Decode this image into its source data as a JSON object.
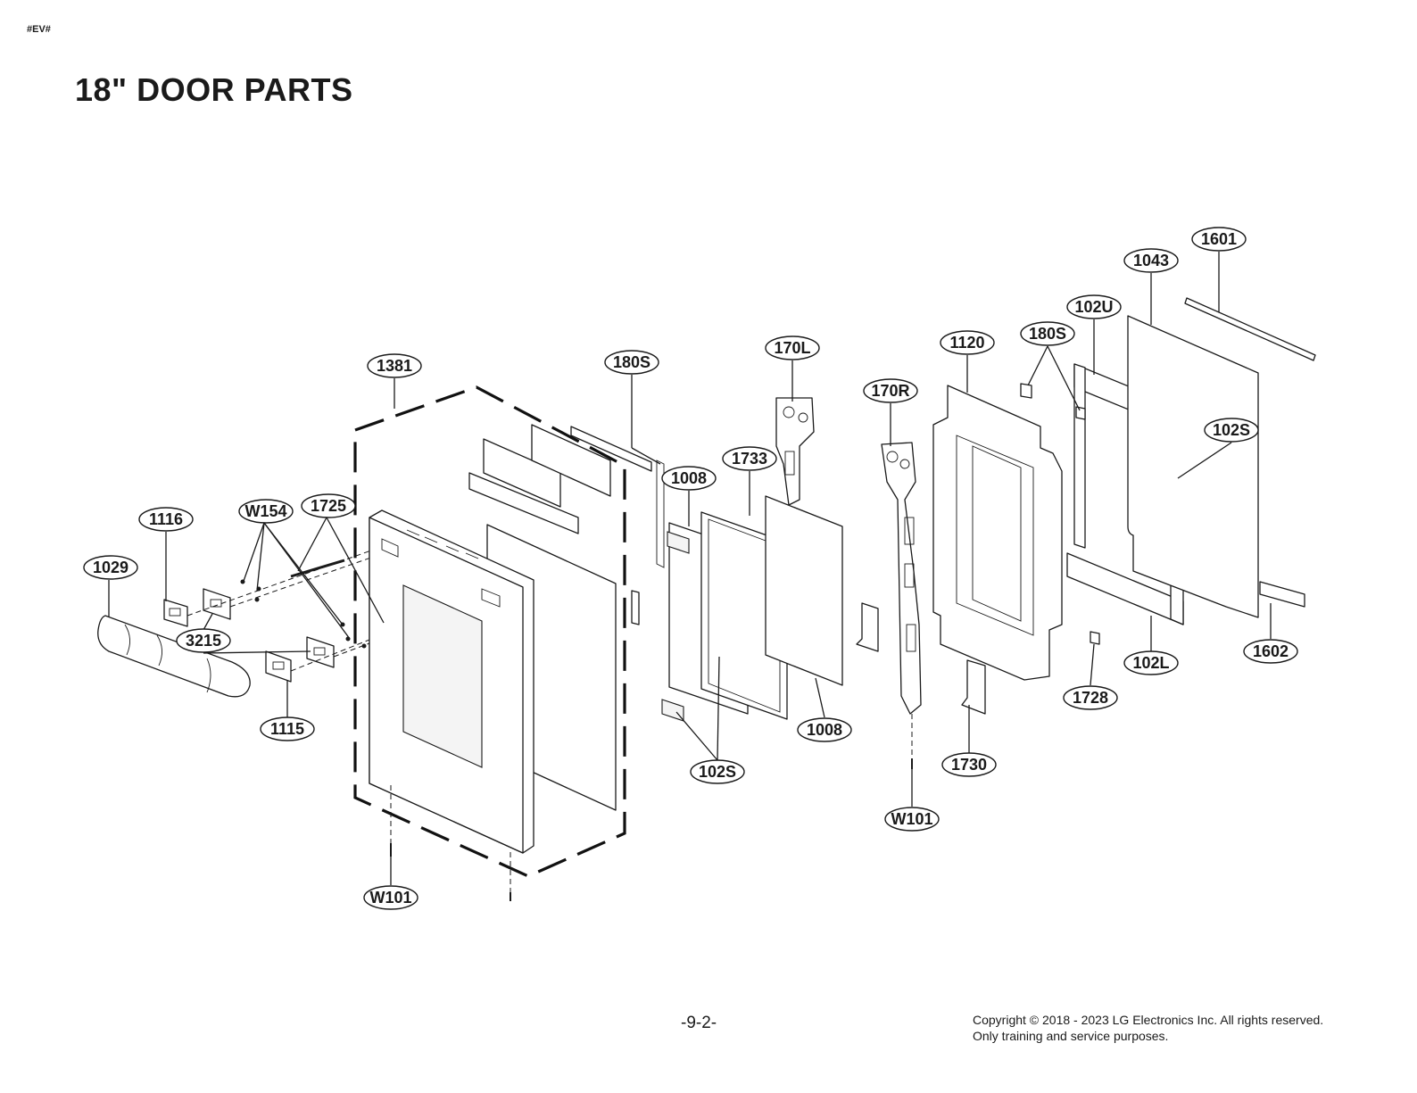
{
  "header": {
    "tag": "#EV#",
    "title": "18\" DOOR PARTS"
  },
  "footer": {
    "page_number": "-9-2-",
    "copyright_line1": "Copyright © 2018 - 2023 LG Electronics Inc. All rights reserved.",
    "copyright_line2": "Only training and service purposes."
  },
  "callouts": [
    {
      "id": "1601",
      "label": "1601"
    },
    {
      "id": "1043",
      "label": "1043"
    },
    {
      "id": "102U",
      "label": "102U"
    },
    {
      "id": "180S-right",
      "label": "180S"
    },
    {
      "id": "1120",
      "label": "1120"
    },
    {
      "id": "170L",
      "label": "170L"
    },
    {
      "id": "180S-left",
      "label": "180S"
    },
    {
      "id": "1381",
      "label": "1381"
    },
    {
      "id": "170R",
      "label": "170R"
    },
    {
      "id": "1733",
      "label": "1733"
    },
    {
      "id": "1008-top",
      "label": "1008"
    },
    {
      "id": "102S-right",
      "label": "102S"
    },
    {
      "id": "1116",
      "label": "1116"
    },
    {
      "id": "W154",
      "label": "W154"
    },
    {
      "id": "1725",
      "label": "1725"
    },
    {
      "id": "1029",
      "label": "1029"
    },
    {
      "id": "3215",
      "label": "3215"
    },
    {
      "id": "102L",
      "label": "102L"
    },
    {
      "id": "1602",
      "label": "1602"
    },
    {
      "id": "1728",
      "label": "1728"
    },
    {
      "id": "1115",
      "label": "1115"
    },
    {
      "id": "1008-bottom",
      "label": "1008"
    },
    {
      "id": "102S-bottom",
      "label": "102S"
    },
    {
      "id": "1730",
      "label": "1730"
    },
    {
      "id": "W101-right",
      "label": "W101"
    },
    {
      "id": "W101-left",
      "label": "W101"
    }
  ]
}
